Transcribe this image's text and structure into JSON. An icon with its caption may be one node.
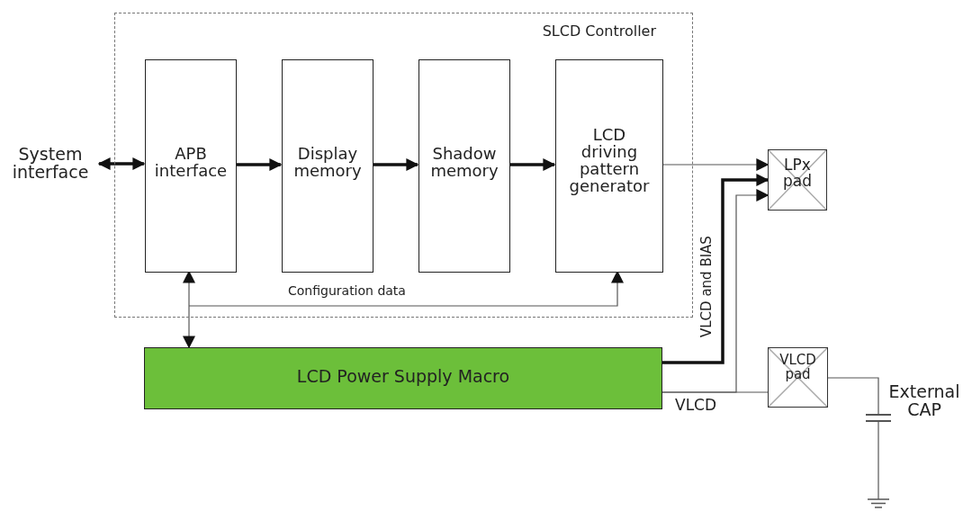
{
  "diagram": {
    "nodes": [
      {
        "text": [
          "SLCD Controller"
        ]
      },
      {
        "text": [
          "System interface"
        ]
      },
      {
        "text": [
          "APB interface"
        ],
        "in": 0
      },
      {
        "text": [
          "Display memory"
        ],
        "in": 0
      },
      {
        "text": [
          "Shadow memory"
        ],
        "in": 0
      },
      {
        "text": [
          "LCD driving pattern generator"
        ],
        "in": 0
      },
      {
        "text": [
          "LPx pad"
        ]
      },
      {
        "text": [
          "LCD Power Supply Macro"
        ]
      },
      {
        "text": [
          "VLCD pad"
        ]
      },
      {
        "text": [],
        "shape": "capacitor",
        "beside": [
          "External CAP"
        ]
      },
      {
        "text": [],
        "shape": "ground"
      }
    ],
    "edges": [
      {
        "from": 1,
        "to": 2,
        "arrow": "both",
        "style": "thick"
      },
      {
        "from": 2,
        "to": 3,
        "arrow": "to",
        "style": "thick"
      },
      {
        "from": 3,
        "to": 4,
        "arrow": "to",
        "style": "thick"
      },
      {
        "from": 4,
        "to": 5,
        "arrow": "to",
        "style": "thick"
      },
      {
        "from": 5,
        "to": 6,
        "arrow": "to"
      },
      {
        "from": 7,
        "to": 6,
        "arrow": "to",
        "style": "thick",
        "label": "VLCD and BIAS"
      },
      {
        "from": 7,
        "to": 8,
        "arrow": "none",
        "label": "VLCD"
      },
      {
        "from": 7,
        "to": 6,
        "arrow": "to"
      },
      {
        "from": 2,
        "to": 7,
        "arrow": "both"
      },
      {
        "from": 2,
        "to": 5,
        "arrow": "to",
        "label": "Configuration data"
      },
      {
        "from": 8,
        "to": 9,
        "arrow": "none"
      },
      {
        "from": 9,
        "to": 10,
        "arrow": "none"
      }
    ]
  }
}
